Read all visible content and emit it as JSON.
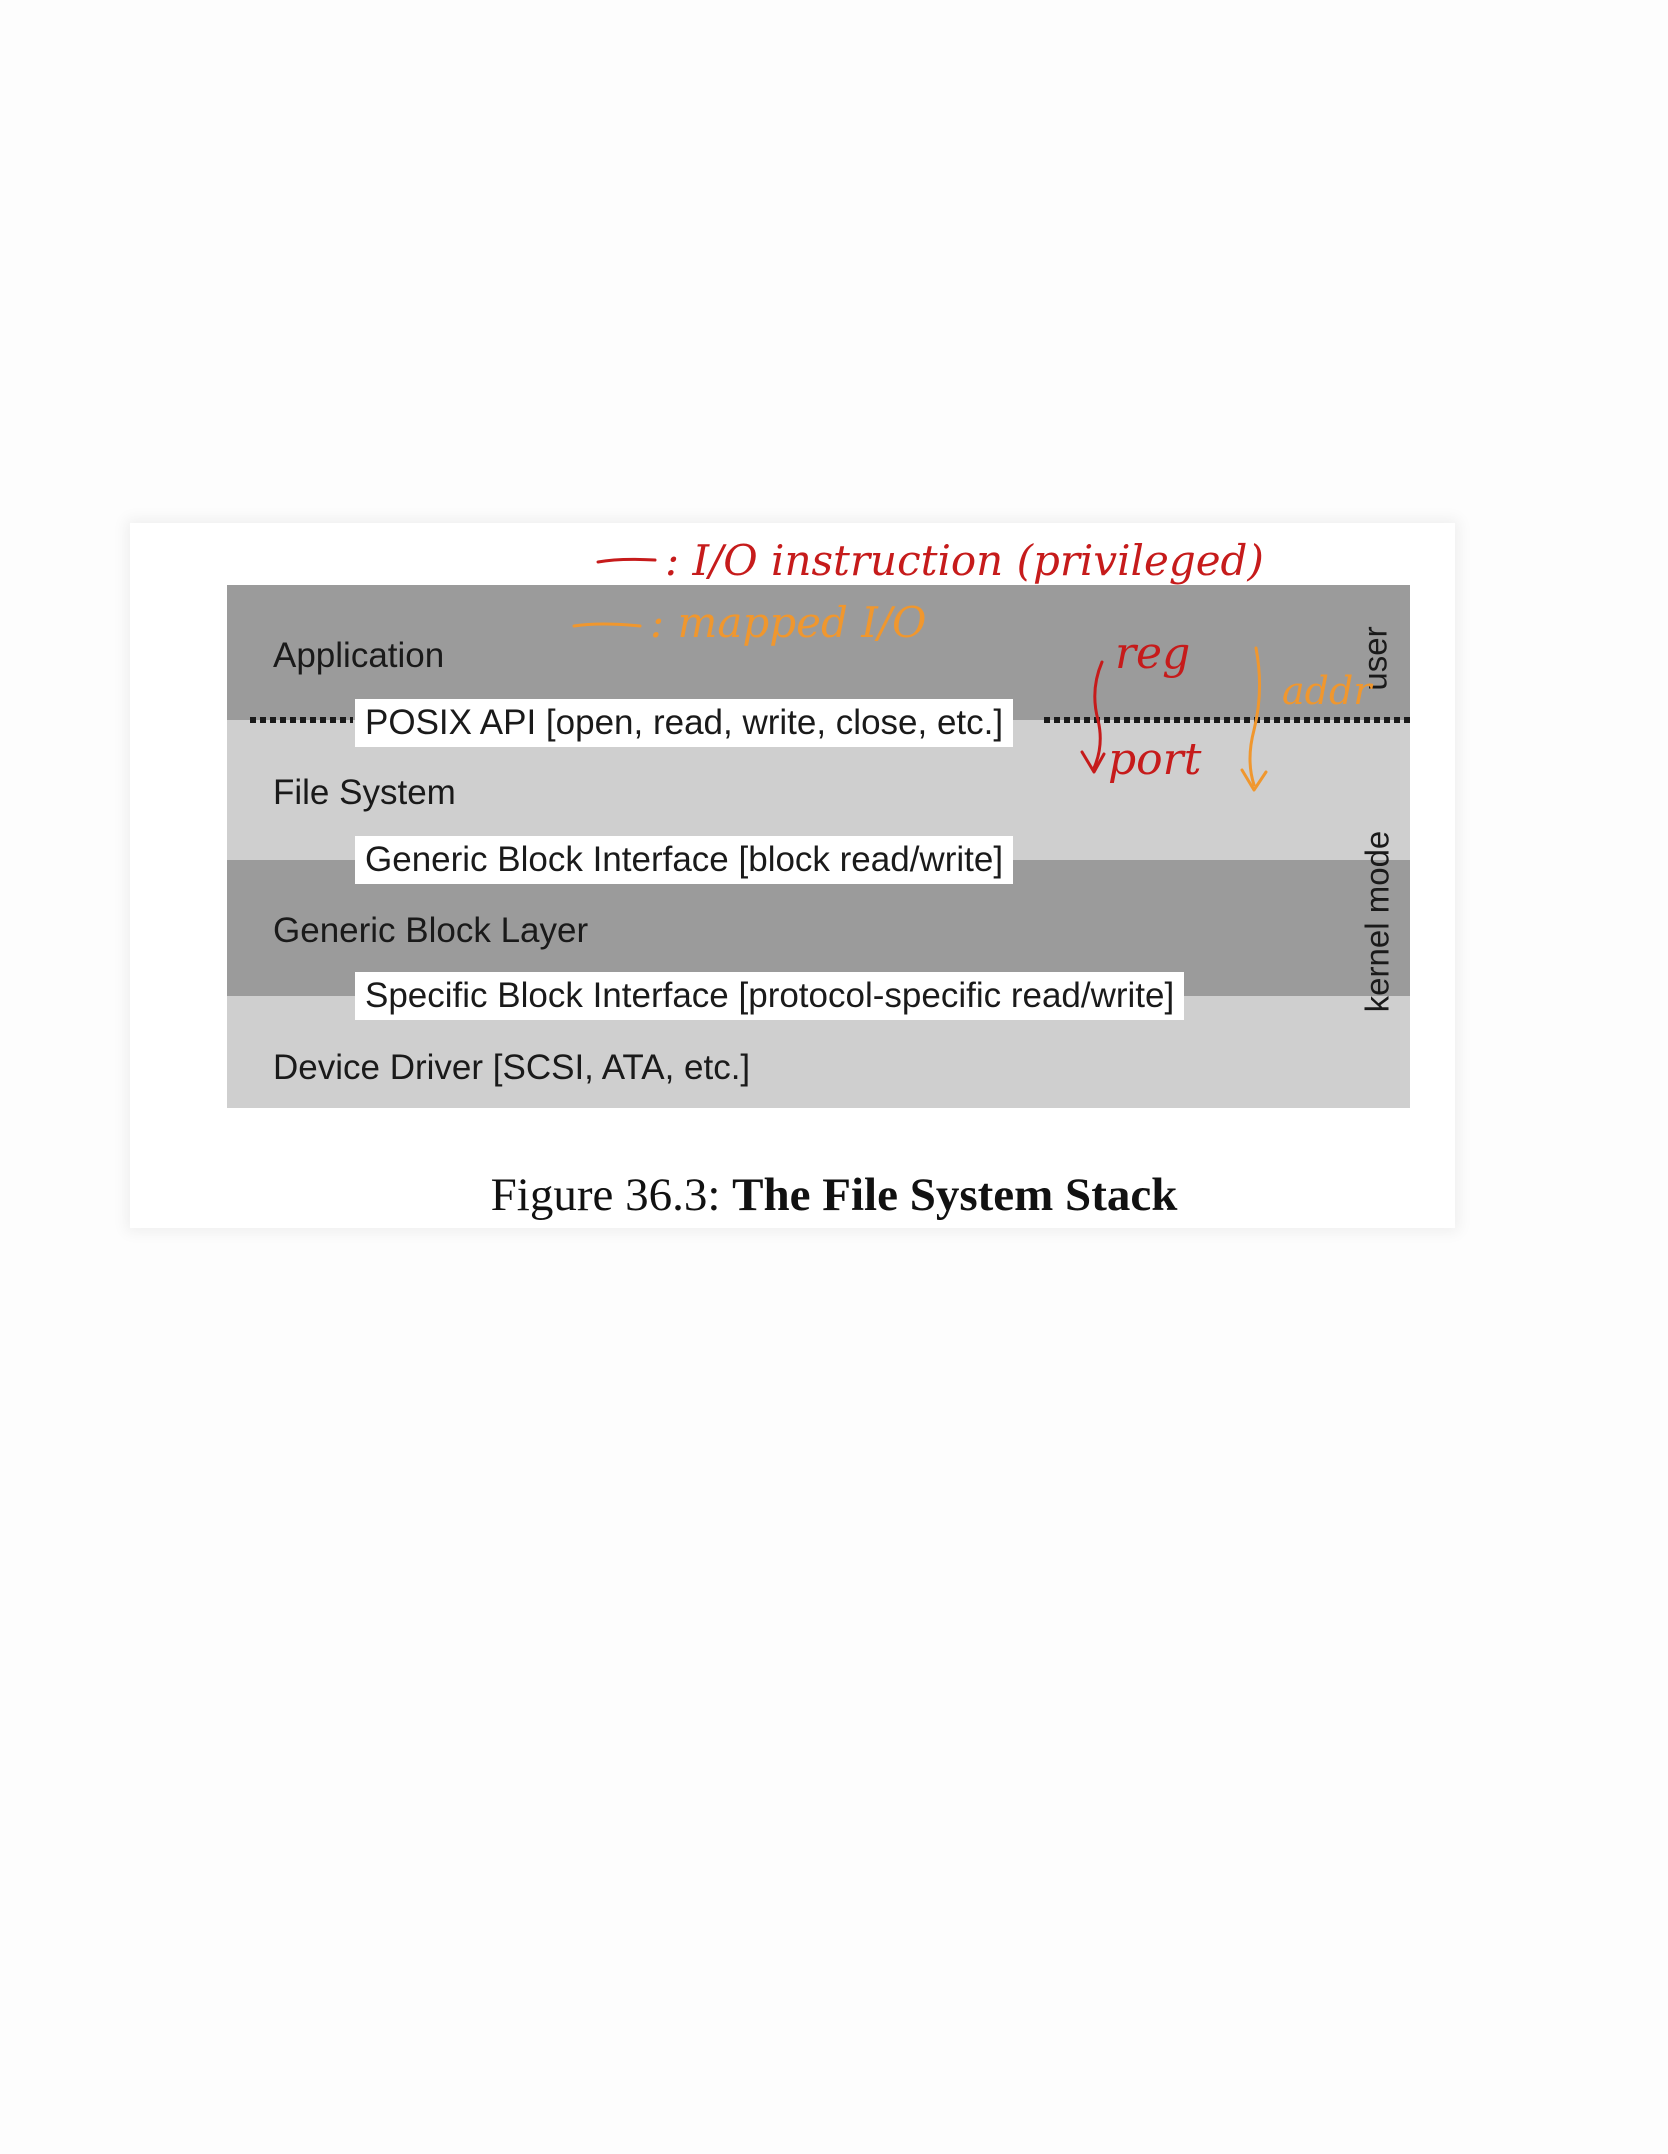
{
  "colors": {
    "layer_dark": "#9b9b9b",
    "layer_light": "#cfcfcf",
    "annotation_red": "#c61b1b",
    "annotation_orange": "#f0972e"
  },
  "layers": [
    {
      "label": "Application"
    },
    {
      "label": "File System"
    },
    {
      "label": "Generic Block Layer"
    },
    {
      "label": "Device Driver [SCSI, ATA, etc.]"
    }
  ],
  "interfaces": [
    {
      "label": "POSIX API [open, read, write, close, etc.]"
    },
    {
      "label": "Generic Block Interface [block read/write]"
    },
    {
      "label": "Specific Block Interface [protocol-specific read/write]"
    }
  ],
  "mode_labels": {
    "user": "user",
    "kernel": "kernel mode"
  },
  "caption": {
    "prefix": "Figure 36.3:",
    "title": "The File System Stack"
  },
  "annotations": {
    "io_instruction": ": I/O instruction (privileged)",
    "mapped_io": ": mapped I/O",
    "reg": "reg",
    "port": "port",
    "addr": "addr"
  }
}
